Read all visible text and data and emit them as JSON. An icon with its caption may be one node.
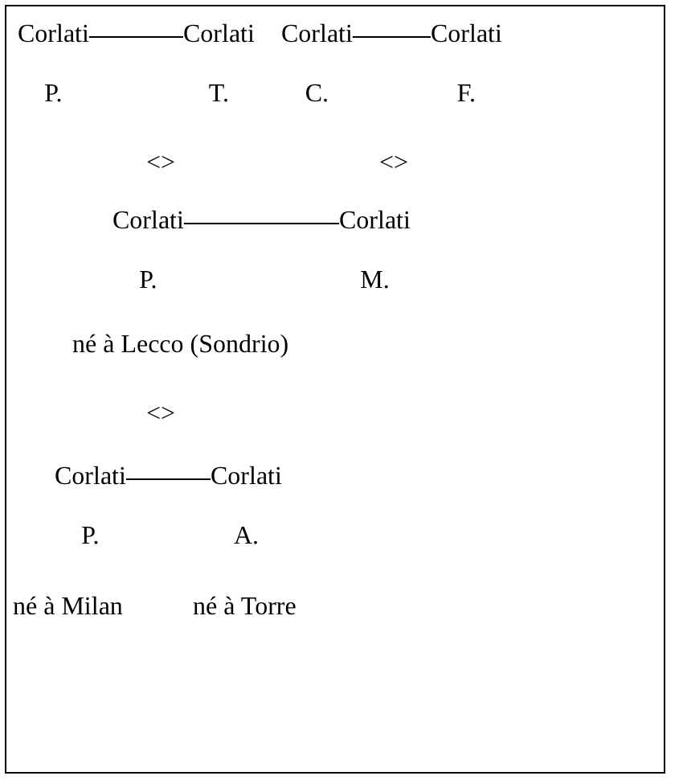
{
  "diagram": {
    "nodes": [
      {
        "text": [
          "Corlati",
          "P."
        ]
      },
      {
        "text": [
          "Corlati",
          "T."
        ]
      },
      {
        "text": [
          "Corlati",
          "C."
        ]
      },
      {
        "text": [
          "Corlati",
          "F."
        ]
      },
      {
        "text": [
          "Corlati",
          "P."
        ],
        "beside": [
          "né à Lecco (Sondrio)"
        ]
      },
      {
        "text": [
          "Corlati",
          "M."
        ]
      },
      {
        "text": [
          "Corlati",
          "P."
        ],
        "beside": [
          "né à Milan"
        ]
      },
      {
        "text": [
          "Corlati",
          "A."
        ],
        "beside": [
          "né à Torre"
        ]
      }
    ],
    "edges": [
      {
        "from": 0,
        "to": 1,
        "arrow": "none"
      },
      {
        "from": 2,
        "to": 3,
        "arrow": "none"
      },
      {
        "from": 4,
        "to": 5,
        "arrow": "none"
      },
      {
        "from": 6,
        "to": 7,
        "arrow": "none"
      }
    ],
    "labels": [
      "<>",
      "<>",
      "<>"
    ]
  }
}
